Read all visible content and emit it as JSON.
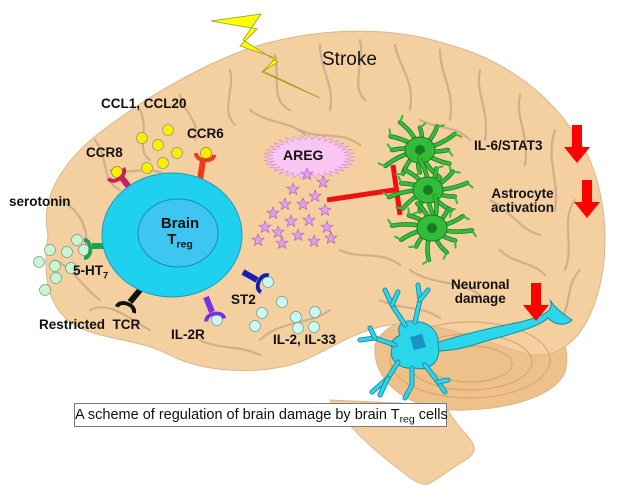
{
  "figure": {
    "title_event": "Stroke",
    "caption": {
      "prefix": "A scheme of regulation of brain damage by brain T",
      "sub": "reg",
      "suffix": " cells"
    },
    "central_cell": {
      "line1": "Brain",
      "line2_main": "T",
      "line2_sub": "reg",
      "color_outer": "#1fd0ef",
      "color_inner": "#3ec6f2"
    },
    "ligands": [
      {
        "id": "ccl",
        "label": "CCL1, CCL20",
        "color": "#ffee00",
        "count": 8
      },
      {
        "id": "serotonin",
        "label": "serotonin",
        "color": "#c8f5d4",
        "count": 8
      },
      {
        "id": "il",
        "label": "IL-2, IL-33",
        "color": "#c8f8f8",
        "count": 7
      }
    ],
    "receptors": [
      {
        "id": "ccr8",
        "label": "CCR8",
        "color": "#c8205a"
      },
      {
        "id": "ccr6",
        "label": "CCR6",
        "color": "#ee3b1a"
      },
      {
        "id": "5ht7",
        "label_main": "5-HT",
        "label_sub": "7",
        "color": "#1fa050"
      },
      {
        "id": "tcr",
        "label": "Restricted  TCR",
        "color": "#111111"
      },
      {
        "id": "il2r",
        "label": "IL-2R",
        "color": "#7a2fe0"
      },
      {
        "id": "st2",
        "label": "ST2",
        "color": "#1020b0"
      }
    ],
    "areg": {
      "label": "AREG",
      "color": "#f9c6f4",
      "star_color": "#e79be8",
      "star_count": 18
    },
    "effects": [
      {
        "id": "il6",
        "lines": [
          "IL-6/STAT3"
        ],
        "direction": "down"
      },
      {
        "id": "astro",
        "lines": [
          "Astrocyte",
          "activation"
        ],
        "direction": "down"
      },
      {
        "id": "neuro",
        "lines": [
          "Neuronal",
          "damage"
        ],
        "direction": "down"
      }
    ],
    "colors": {
      "brain": "#f4cfa0",
      "brain_stroke": "#d8b88c",
      "sulci": "#cfb08a",
      "cerebellum": "#eec08a",
      "lightning": "#ffff00",
      "arrow_red": "#ff0000",
      "inhibit_red": "#ee1111",
      "astrocyte": "#33bb3a",
      "astrocyte_dark": "#1a7a20",
      "neuron": "#2cd6ea",
      "neuron_nucleus": "#1a92c8"
    }
  }
}
